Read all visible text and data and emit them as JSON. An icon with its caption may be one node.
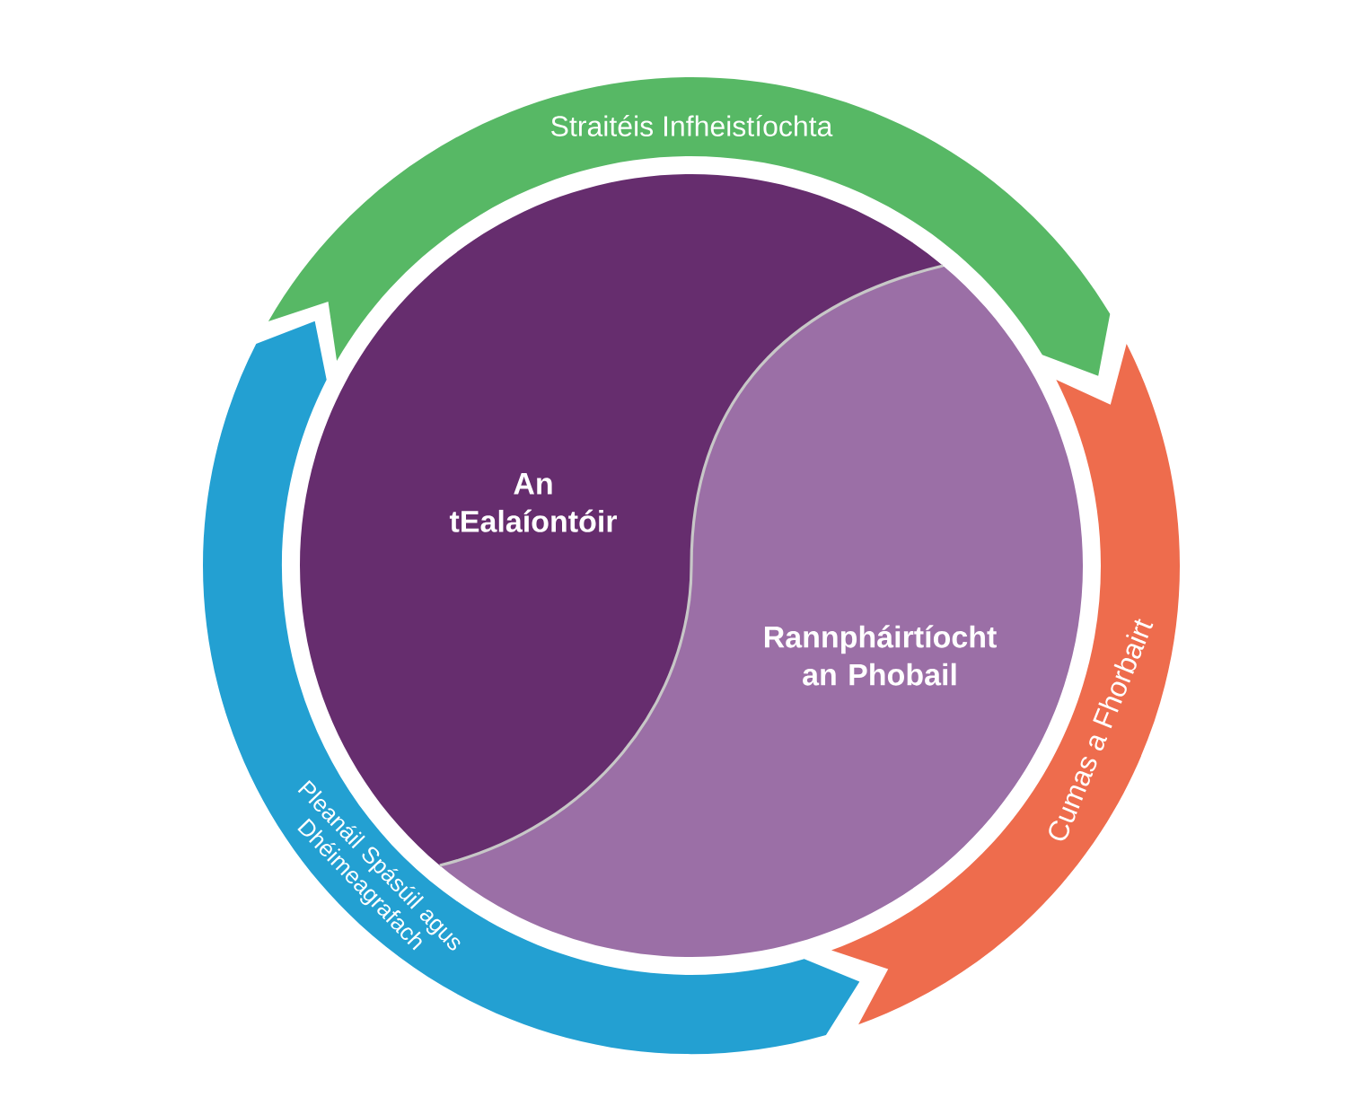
{
  "diagram": {
    "nodes": [
      {
        "text": [
          "Straitéis Infheistíochta"
        ]
      },
      {
        "text": [
          "An tEalaíontóir"
        ]
      },
      {
        "text": [
          "Rannpháirtíocht an Phobail"
        ]
      },
      {
        "text": [
          "Cumas a Fhorbairt"
        ]
      },
      {
        "text": [
          "Pleanáil Spásúil agus Dhéimeagrafach"
        ]
      }
    ]
  }
}
